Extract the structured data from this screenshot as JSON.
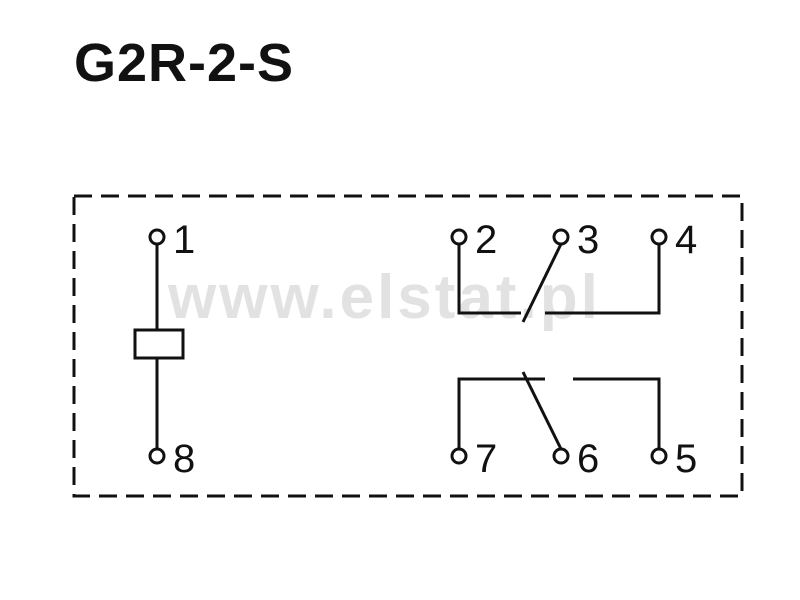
{
  "title": "G2R-2-S",
  "watermark": "www.elstat.pl",
  "pins": {
    "p1": "1",
    "p2": "2",
    "p3": "3",
    "p4": "4",
    "p5": "5",
    "p6": "6",
    "p7": "7",
    "p8": "8"
  }
}
